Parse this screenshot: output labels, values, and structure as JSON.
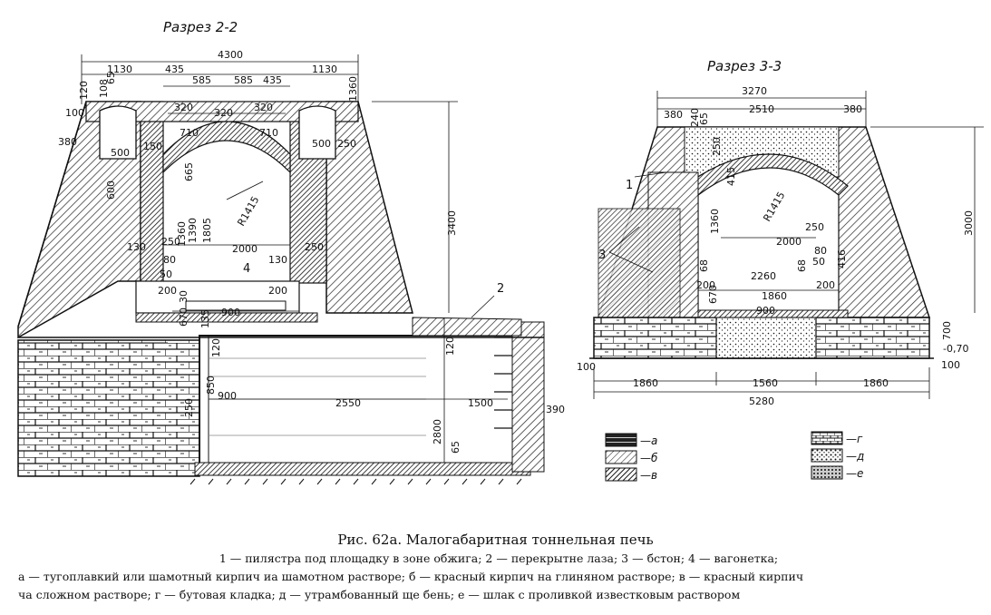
{
  "section_2_title": "Разрез 2-2",
  "section_3_title": "Разрез 3-3",
  "dims_2": {
    "overall": "4300",
    "left_top": "1130",
    "right_top": "1130",
    "d435a": "435",
    "d585a": "585",
    "d585b": "585",
    "d435b": "435",
    "d320a": "320",
    "d320b": "320",
    "d320c": "320",
    "d120": "120",
    "d108": "108",
    "d65": "65",
    "d100": "100",
    "d380": "380",
    "d1360r": "1360",
    "d500a": "500",
    "d500b": "500",
    "d710a": "710",
    "d710b": "710",
    "d250a": "250",
    "d150": "150",
    "d600": "600",
    "d665": "665",
    "d1360": "1360",
    "d1390": "1390",
    "d1805": "1805",
    "radius": "R1415",
    "span": "2000",
    "d130a": "130",
    "d130b": "130",
    "d250b": "250",
    "d250c": "250",
    "d80": "80",
    "d50": "50",
    "d200a": "200",
    "d200b": "200",
    "d30": "30",
    "d900": "900",
    "d670": "670",
    "d135": "135",
    "d120b": "120",
    "d850": "850",
    "d900b": "900",
    "d250d": "250",
    "d2550": "2550",
    "d1500": "1500",
    "d120c": "120",
    "d2800": "2800",
    "d65b": "65",
    "d390": "390",
    "height": "3400",
    "label_4": "4",
    "label_2": "2"
  },
  "dims_3": {
    "overall": "3270",
    "d380a": "380",
    "d2510": "2510",
    "d380b": "380",
    "d240": "240",
    "d65": "65",
    "d250": "250",
    "d415": "415",
    "radius": "R1415",
    "d1360": "1360",
    "d2000": "2000",
    "d250b": "250",
    "d80": "80",
    "d50": "50",
    "d416": "416",
    "d2260": "2260",
    "d68a": "68",
    "d68b": "68",
    "d200a": "200",
    "d200b": "200",
    "d670": "670",
    "d1860": "1860",
    "d900": "900",
    "height": "3000",
    "d700": "700",
    "d070": "-0,70",
    "d100a": "100",
    "d100b": "100",
    "b1860a": "1860",
    "b1560": "1560",
    "b1860b": "1860",
    "b5280": "5280",
    "label_1": "1",
    "label_3": "3"
  },
  "legend": [
    {
      "key": "a",
      "label": "—а",
      "pattern": "pat-a"
    },
    {
      "key": "b",
      "label": "—б",
      "pattern": "pat-b"
    },
    {
      "key": "v",
      "label": "—в",
      "pattern": "pat-v"
    },
    {
      "key": "g",
      "label": "—г",
      "pattern": "pat-g"
    },
    {
      "key": "d",
      "label": "—д",
      "pattern": "pat-d"
    },
    {
      "key": "e",
      "label": "—е",
      "pattern": "pat-e"
    }
  ],
  "caption": {
    "title": "Рис. 62а. Малогабаритная тоннельная печь",
    "line1": "1 — пилястра под площадку в зоне обжига;  2 — перекрытне лаза;     3 — бстон;  4 — вагонетка;",
    "line2": "а — тугоплавкий или шамотный кирпич иа шамотном растворе;  б — красный кирпич на глиняном растворе;  в — красный кирпич",
    "line3": "ча сложном растворе;  г — бутовая кладка;  д — утрамбованный ще бень;  е — шлак с проливкой известковым раствором"
  }
}
